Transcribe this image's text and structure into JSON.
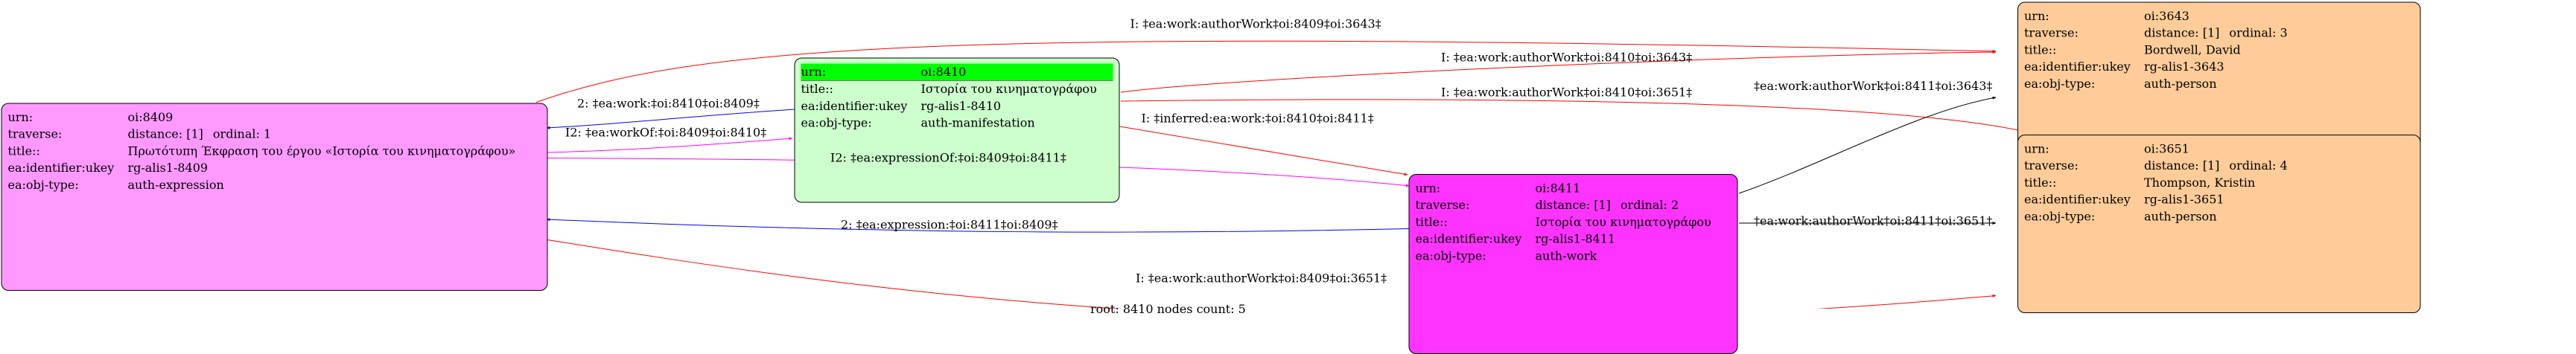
{
  "nodes": {
    "n8409": {
      "fill": "#ff99ff",
      "rows": [
        {
          "k": "urn:",
          "v": "oi:8409"
        },
        {
          "k": "traverse:",
          "v": "distance: [1]",
          "x": "ordinal: 1"
        },
        {
          "k": "title::",
          "v": "Πρωτότυπη Έκφραση του έργου «Ιστορία του κινηματογράφου»"
        },
        {
          "k": "ea:identifier:ukey",
          "v": "rg-alis1-8409"
        },
        {
          "k": "ea:obj-type:",
          "v": "auth-expression"
        }
      ]
    },
    "n8410": {
      "fill": "#ccffcc",
      "rows": [
        {
          "k": "urn:",
          "v": "oi:8410"
        },
        {
          "k": "title::",
          "v": "Ιστορία του κινηματογράφου"
        },
        {
          "k": "ea:identifier:ukey",
          "v": "rg-alis1-8410"
        },
        {
          "k": "ea:obj-type:",
          "v": "auth-manifestation"
        }
      ]
    },
    "n8411": {
      "fill": "#ff33ff",
      "rows": [
        {
          "k": "urn:",
          "v": "oi:8411"
        },
        {
          "k": "traverse:",
          "v": "distance: [1]",
          "x": "ordinal: 2"
        },
        {
          "k": "title::",
          "v": "Ιστορία του κινηματογράφου"
        },
        {
          "k": "ea:identifier:ukey",
          "v": "rg-alis1-8411"
        },
        {
          "k": "ea:obj-type:",
          "v": "auth-work"
        }
      ]
    },
    "n3643": {
      "fill": "#ffcc99",
      "rows": [
        {
          "k": "urn:",
          "v": "oi:3643"
        },
        {
          "k": "traverse:",
          "v": "distance: [1]",
          "x": "ordinal: 3"
        },
        {
          "k": "title::",
          "v": "Bordwell, David"
        },
        {
          "k": "ea:identifier:ukey",
          "v": "rg-alis1-3643"
        },
        {
          "k": "ea:obj-type:",
          "v": "auth-person"
        }
      ]
    },
    "n3651": {
      "fill": "#ffcc99",
      "rows": [
        {
          "k": "urn:",
          "v": "oi:3651"
        },
        {
          "k": "traverse:",
          "v": "distance: [1]",
          "x": "ordinal: 4"
        },
        {
          "k": "title::",
          "v": "Thompson, Kristin"
        },
        {
          "k": "ea:identifier:ukey",
          "v": "rg-alis1-3651"
        },
        {
          "k": "ea:obj-type:",
          "v": "auth-person"
        }
      ]
    }
  },
  "colors": {
    "red": "#ff0000",
    "blue": "#0000ff",
    "magenta": "#ff00ff",
    "black": "#000000",
    "highlight": "#00ff00"
  },
  "edges": [
    {
      "label": "I: ‡ea:work:authorWork‡oi:8409‡oi:3643‡",
      "color": "red"
    },
    {
      "label": "I: ‡ea:work:authorWork‡oi:8410‡oi:3643‡",
      "color": "red"
    },
    {
      "label": "I: ‡ea:work:authorWork‡oi:8410‡oi:3651‡",
      "color": "red"
    },
    {
      "label": "‡ea:work:authorWork‡oi:8411‡oi:3643‡",
      "color": "black"
    },
    {
      "label": "2: ‡ea:work:‡oi:8410‡oi:8409‡",
      "color": "blue"
    },
    {
      "label": "I2: ‡ea:workOf:‡oi:8409‡oi:8410‡",
      "color": "magenta"
    },
    {
      "label": "I: ‡inferred:ea:work:‡oi:8410‡oi:8411‡",
      "color": "red"
    },
    {
      "label": "I2: ‡ea:expressionOf:‡oi:8409‡oi:8411‡",
      "color": "magenta"
    },
    {
      "label": "2: ‡ea:expression:‡oi:8411‡oi:8409‡",
      "color": "blue"
    },
    {
      "label": "‡ea:work:authorWork‡oi:8411‡oi:3651‡",
      "color": "black"
    },
    {
      "label": "I: ‡ea:work:authorWork‡oi:8409‡oi:3651‡",
      "color": "red"
    }
  ],
  "caption": "root: 8410 nodes count: 5"
}
